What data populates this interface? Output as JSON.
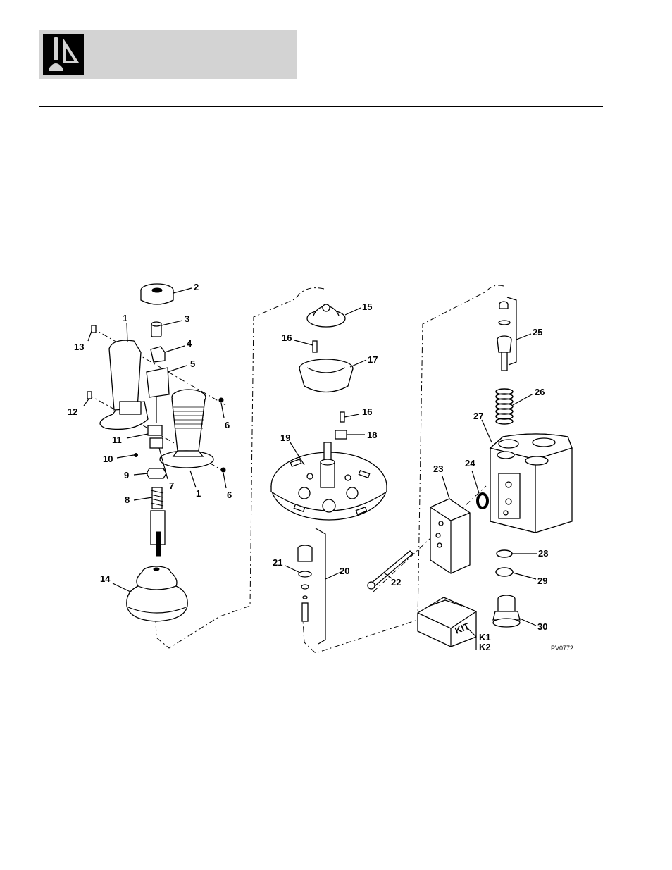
{
  "header": {
    "icon": "joystick-control-icon"
  },
  "diagram": {
    "figure_id": "PV0772",
    "callouts": [
      {
        "id": "c1a",
        "text": "1"
      },
      {
        "id": "c2",
        "text": "2"
      },
      {
        "id": "c3",
        "text": "3"
      },
      {
        "id": "c4",
        "text": "4"
      },
      {
        "id": "c5",
        "text": "5"
      },
      {
        "id": "c13",
        "text": "13"
      },
      {
        "id": "c12",
        "text": "12"
      },
      {
        "id": "c6a",
        "text": "6"
      },
      {
        "id": "c11",
        "text": "11"
      },
      {
        "id": "c10",
        "text": "10"
      },
      {
        "id": "c9",
        "text": "9"
      },
      {
        "id": "c7",
        "text": "7"
      },
      {
        "id": "c1b",
        "text": "1"
      },
      {
        "id": "c6b",
        "text": "6"
      },
      {
        "id": "c8",
        "text": "8"
      },
      {
        "id": "c14",
        "text": "14"
      },
      {
        "id": "c15",
        "text": "15"
      },
      {
        "id": "c16a",
        "text": "16"
      },
      {
        "id": "c17",
        "text": "17"
      },
      {
        "id": "c16b",
        "text": "16"
      },
      {
        "id": "c18",
        "text": "18"
      },
      {
        "id": "c19",
        "text": "19"
      },
      {
        "id": "c21",
        "text": "21"
      },
      {
        "id": "c20",
        "text": "20"
      },
      {
        "id": "c22",
        "text": "22"
      },
      {
        "id": "c25",
        "text": "25"
      },
      {
        "id": "c26",
        "text": "26"
      },
      {
        "id": "c27",
        "text": "27"
      },
      {
        "id": "c24",
        "text": "24"
      },
      {
        "id": "c23",
        "text": "23"
      },
      {
        "id": "c28",
        "text": "28"
      },
      {
        "id": "c29",
        "text": "29"
      },
      {
        "id": "c30",
        "text": "30"
      },
      {
        "id": "cK1",
        "text": "K1"
      },
      {
        "id": "cK2",
        "text": "K2"
      }
    ],
    "kit_box_label": "KIT"
  }
}
